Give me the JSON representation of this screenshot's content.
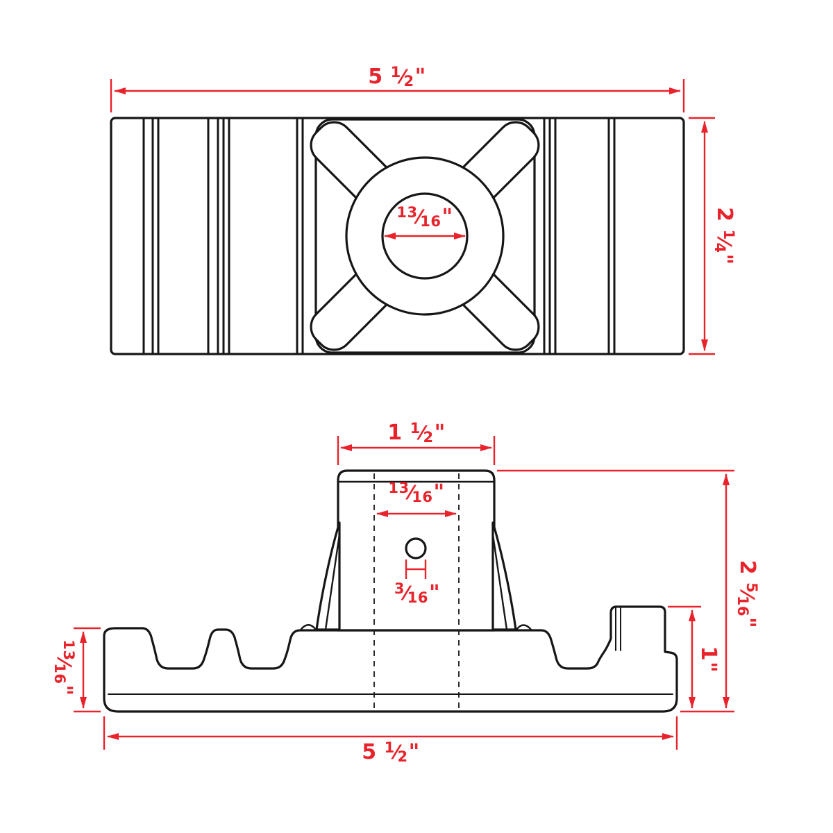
{
  "colors": {
    "dimension": "#e8232b",
    "line": "#161616"
  },
  "dimensions": {
    "top_width": {
      "whole": "5 ",
      "num": "1",
      "slash": "⁄",
      "den": "2",
      "suffix": "\""
    },
    "top_height": {
      "whole": "2 ",
      "num": "1",
      "slash": "⁄",
      "den": "4",
      "suffix": "\""
    },
    "top_hole_dia": {
      "num": "13",
      "slash": "⁄",
      "den": "16",
      "suffix": "\""
    },
    "post_width": {
      "whole": "1 ",
      "num": "1",
      "slash": "⁄",
      "den": "2",
      "suffix": "\""
    },
    "hole_spacing": {
      "num": "13",
      "slash": "⁄",
      "den": "16",
      "suffix": "\""
    },
    "hole_dia": {
      "num": "3",
      "slash": "⁄",
      "den": "16",
      "suffix": "\""
    },
    "overall_height": {
      "whole": "2 ",
      "num": "5",
      "slash": "⁄",
      "den": "16",
      "suffix": "\""
    },
    "base_height": {
      "whole": "1",
      "suffix": "\""
    },
    "end_height": {
      "num": "13",
      "slash": "⁄",
      "den": "16",
      "suffix": "\""
    },
    "base_width": {
      "whole": "5 ",
      "num": "1",
      "slash": "⁄",
      "den": "2",
      "suffix": "\""
    }
  }
}
